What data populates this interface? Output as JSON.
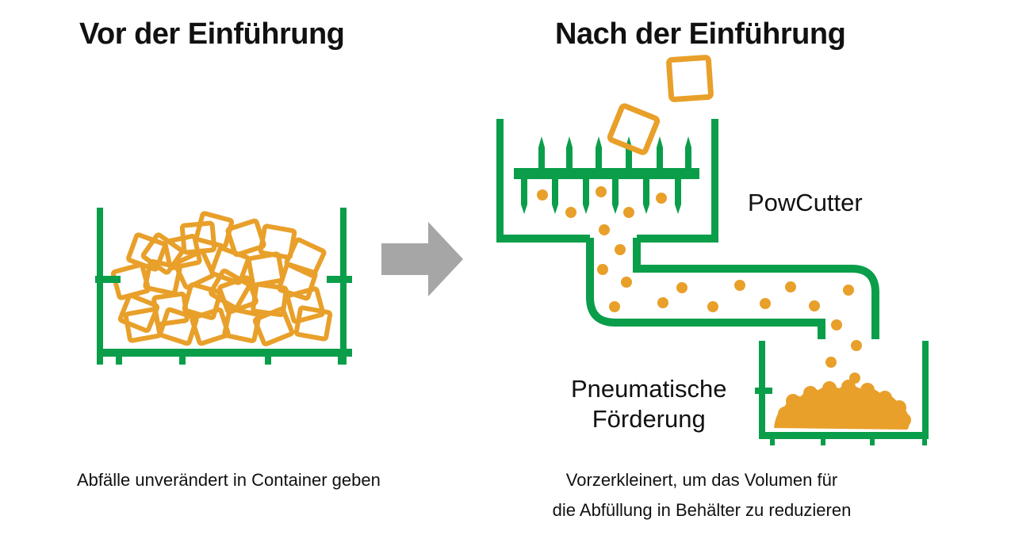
{
  "colors": {
    "container": "#0a9e4a",
    "material": "#e8a02a",
    "arrow": "#a6a6a6"
  },
  "before": {
    "heading": "Vor der Einführung",
    "caption": "Abfälle unverändert in Container geben"
  },
  "after": {
    "heading": "Nach der Einführung",
    "machine_label": "PowCutter",
    "conveyor_label_line1": "Pneumatische",
    "conveyor_label_line2": "Förderung",
    "caption_line1": "Vorzerkleinert, um das Volumen für",
    "caption_line2": "die Abfüllung in Behälter zu reduzieren"
  },
  "icons": {
    "before_container": "bin-full-of-scrap-icon",
    "transition": "right-arrow-icon",
    "cutter": "spiked-cutter-icon",
    "duct": "pneumatic-duct-icon",
    "after_container": "bin-with-granules-icon"
  }
}
